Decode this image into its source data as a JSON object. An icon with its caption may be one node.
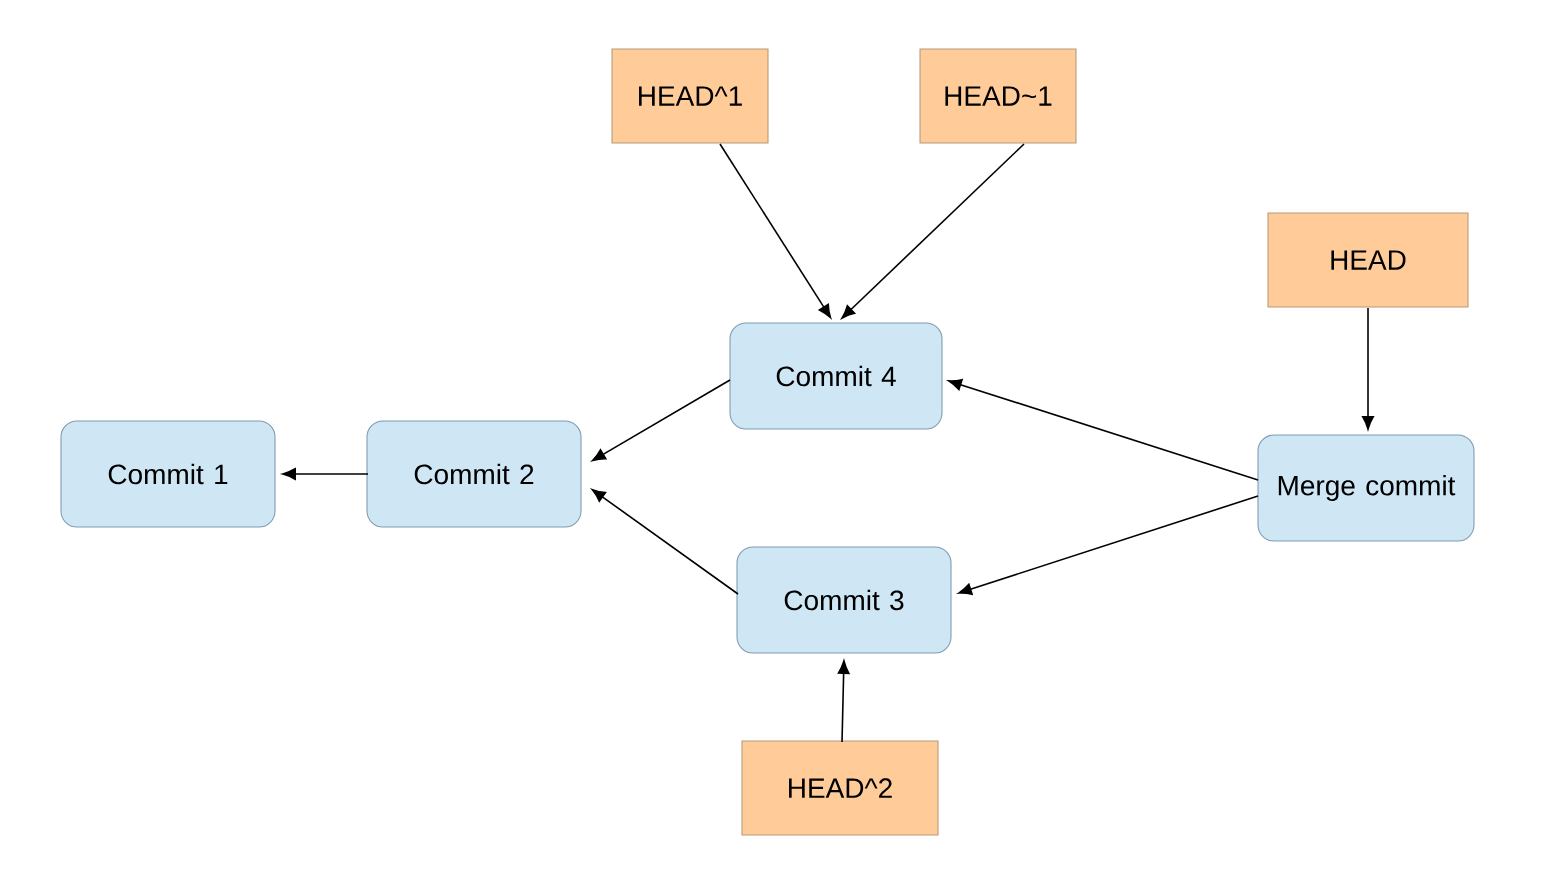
{
  "diagram": {
    "nodes": [
      {
        "text": [
          "HEAD^1"
        ]
      },
      {
        "text": [
          "HEAD~1"
        ]
      },
      {
        "text": [
          "HEAD"
        ]
      },
      {
        "text": [
          "Commit 4"
        ]
      },
      {
        "text": [
          "Commit 1"
        ]
      },
      {
        "text": [
          "Commit 2"
        ]
      },
      {
        "text": [
          "Merge commit"
        ]
      },
      {
        "text": [
          "Commit 3"
        ]
      },
      {
        "text": [
          "HEAD^2"
        ]
      }
    ],
    "edges": [
      {
        "from": 0,
        "to": 3,
        "arrow": "to"
      },
      {
        "from": 1,
        "to": 3,
        "arrow": "to"
      },
      {
        "from": 2,
        "to": 6,
        "arrow": "to"
      },
      {
        "from": 6,
        "to": 3,
        "arrow": "to"
      },
      {
        "from": 6,
        "to": 7,
        "arrow": "to"
      },
      {
        "from": 3,
        "to": 5,
        "arrow": "to"
      },
      {
        "from": 7,
        "to": 5,
        "arrow": "to"
      },
      {
        "from": 5,
        "to": 4,
        "arrow": "to"
      },
      {
        "from": 8,
        "to": 7,
        "arrow": "to"
      }
    ]
  }
}
